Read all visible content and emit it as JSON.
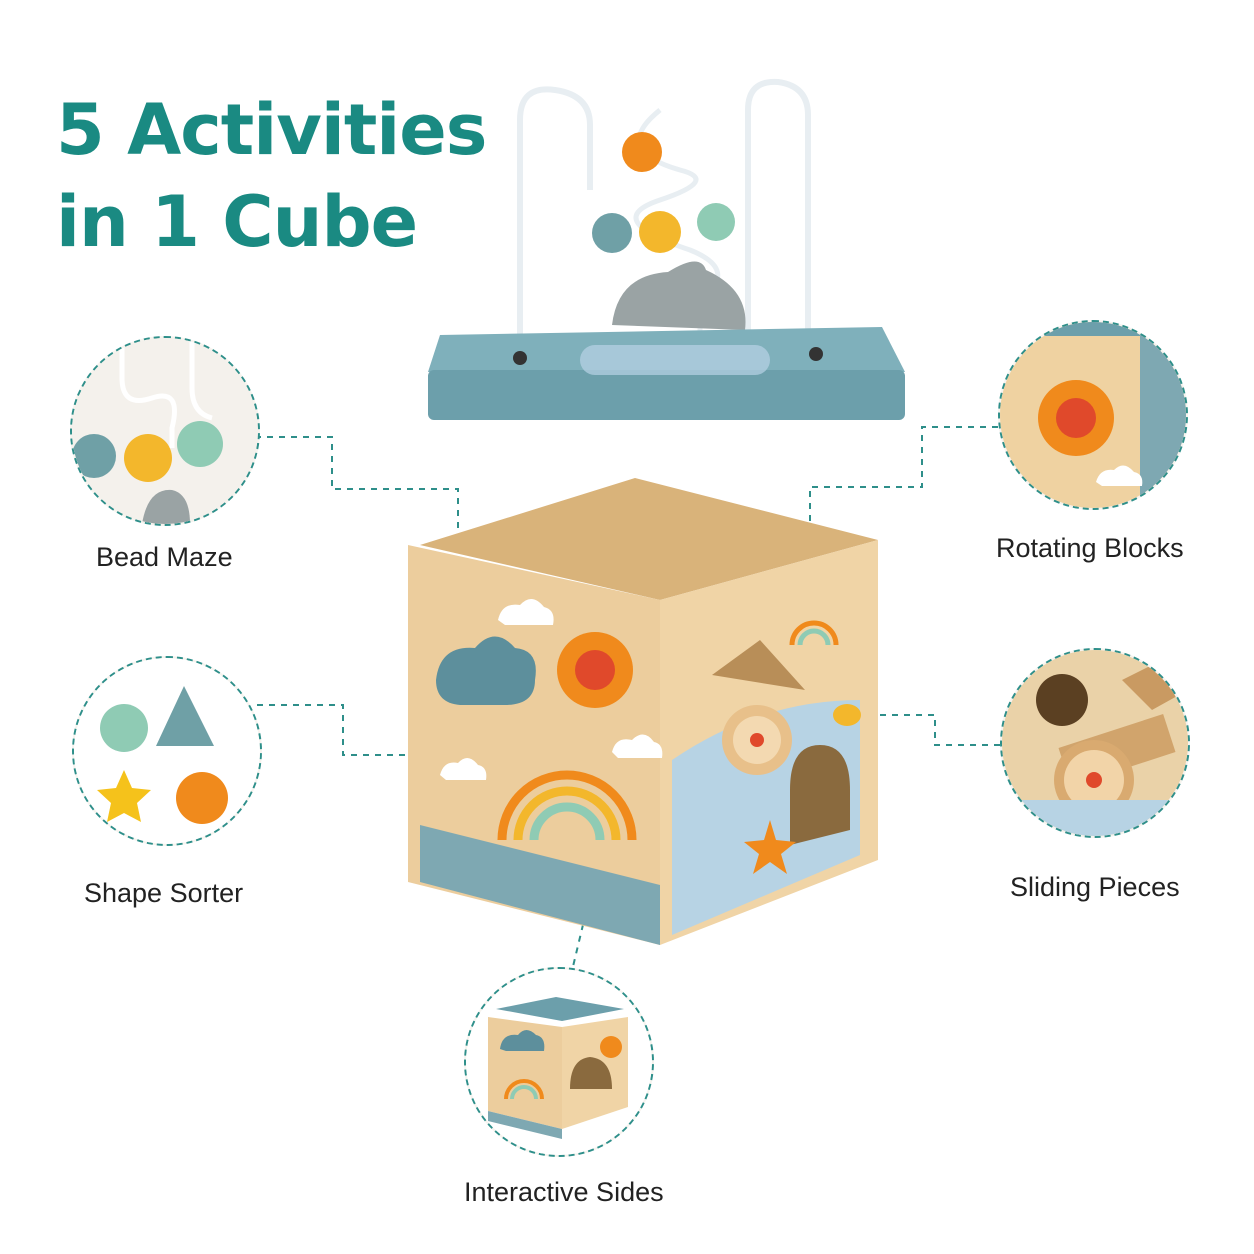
{
  "headline": {
    "line1": "5 Activities",
    "line2": "in 1 Cube"
  },
  "features": {
    "bead_maze": "Bead Maze",
    "shape_sorter": "Shape Sorter",
    "rotating_blocks": "Rotating Blocks",
    "sliding_pieces": "Sliding Pieces",
    "interactive_sides": "Interactive Sides"
  },
  "colors": {
    "headline": "#1a8a82",
    "lid": "#6c9fab",
    "wood": "#e9c99a",
    "orange": "#f08a1c",
    "yellow": "#f3b72c",
    "mint": "#8fcbb4",
    "teal": "#6fa0a6",
    "connector": "#2e8f8a"
  }
}
